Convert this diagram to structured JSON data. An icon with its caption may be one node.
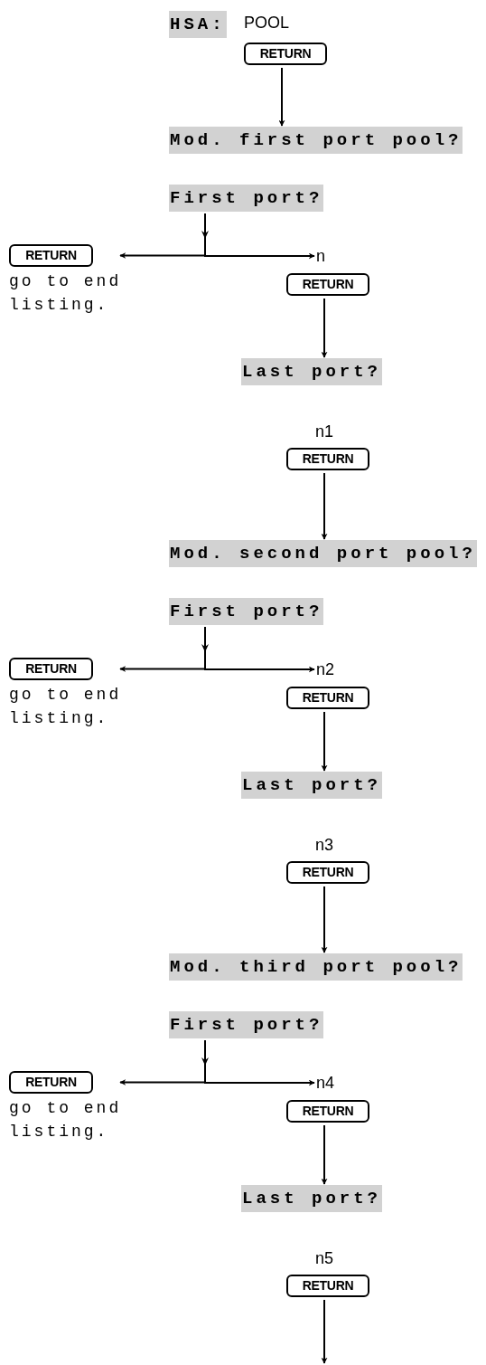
{
  "diagram": {
    "nodes": [
      {
        "text": [
          "HSA:"
        ]
      },
      {
        "text": [
          "RETURN"
        ]
      },
      {
        "text": [
          "Mod. first port pool?"
        ]
      },
      {
        "text": [
          "First port?"
        ]
      },
      {
        "text": [
          "RETURN"
        ],
        "beside": [
          "go to end listing."
        ]
      },
      {
        "text": [
          "n"
        ]
      },
      {
        "text": [
          "RETURN"
        ]
      },
      {
        "text": [
          "Last port?"
        ]
      },
      {
        "text": [
          "RETURN"
        ]
      },
      {
        "text": [
          "Mod. second port pool?"
        ]
      },
      {
        "text": [
          "First port?"
        ]
      },
      {
        "text": [
          "RETURN"
        ],
        "beside": [
          "go to end listing."
        ]
      },
      {
        "text": [
          "n2"
        ]
      },
      {
        "text": [
          "RETURN"
        ]
      },
      {
        "text": [
          "Last port?"
        ]
      },
      {
        "text": [
          "RETURN"
        ]
      },
      {
        "text": [
          "Mod. third port pool?"
        ]
      },
      {
        "text": [
          "First port?"
        ]
      },
      {
        "text": [
          "RETURN"
        ],
        "beside": [
          "go to end listing."
        ]
      },
      {
        "text": [
          "n4"
        ]
      },
      {
        "text": [
          "RETURN"
        ]
      },
      {
        "text": [
          "Last port?"
        ]
      },
      {
        "text": [
          "RETURN"
        ]
      }
    ],
    "edges": [
      {
        "from": 1,
        "to": 2,
        "arrow": "to"
      },
      {
        "from": 3,
        "to": 4,
        "arrow": "to"
      },
      {
        "from": 3,
        "to": 5,
        "arrow": "to"
      },
      {
        "from": 6,
        "to": 7,
        "arrow": "to"
      },
      {
        "from": 8,
        "to": 9,
        "arrow": "to"
      },
      {
        "from": 10,
        "to": 11,
        "arrow": "to"
      },
      {
        "from": 10,
        "to": 12,
        "arrow": "to"
      },
      {
        "from": 13,
        "to": 14,
        "arrow": "to"
      },
      {
        "from": 15,
        "to": 16,
        "arrow": "to"
      },
      {
        "from": 17,
        "to": 18,
        "arrow": "to"
      },
      {
        "from": 17,
        "to": 19,
        "arrow": "to"
      },
      {
        "from": 20,
        "to": 21,
        "arrow": "to"
      },
      {
        "from": 22,
        "to": null,
        "arrow": "to"
      }
    ],
    "labels": [
      "POOL",
      "n1",
      "n3",
      "n5"
    ]
  }
}
